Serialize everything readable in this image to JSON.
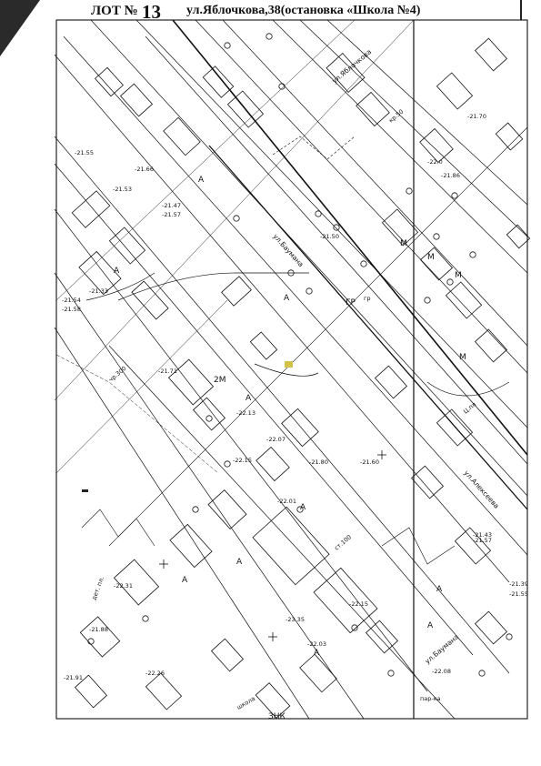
{
  "header": {
    "lot_label": "ЛОТ №",
    "lot_number": "13",
    "address": "ул.Яблочкова,38(остановка «Школа №4)"
  },
  "map": {
    "street_labels": [
      "ул.Яблочкова",
      "ул.Баумана",
      "ул.Алексеева",
      "ул.Баумана"
    ],
    "building_labels": [
      "2М",
      "ГР",
      "ЗНК",
      "А",
      "А",
      "А",
      "А",
      "А",
      "А",
      "А",
      "А",
      "А",
      "А",
      "М",
      "М",
      "М",
      "М"
    ],
    "elevation_labels": [
      "-21.55",
      "-21.66",
      "-21.53",
      "-21.47",
      "-21.57",
      "-21.54",
      "-21.58",
      "-21.33",
      "-21.50",
      "-21.71",
      "-22.13",
      "-22.07",
      "-21.80",
      "-22.15",
      "-22.01",
      "-21.60",
      "-22.15",
      "-22.31",
      "-21.88",
      "-23.35",
      "-22.03",
      "-22.26",
      "-21.91",
      "-22.08",
      "-21.43",
      "-21.57",
      "-21.39",
      "-21.55",
      "-21.70",
      "-22.0",
      "-21.86"
    ],
    "misc_labels": [
      "Ц.пл",
      "дет. пл.",
      "пар-ка",
      "школа",
      "гр",
      "ст.100",
      "чр.300",
      "кр.50"
    ]
  }
}
